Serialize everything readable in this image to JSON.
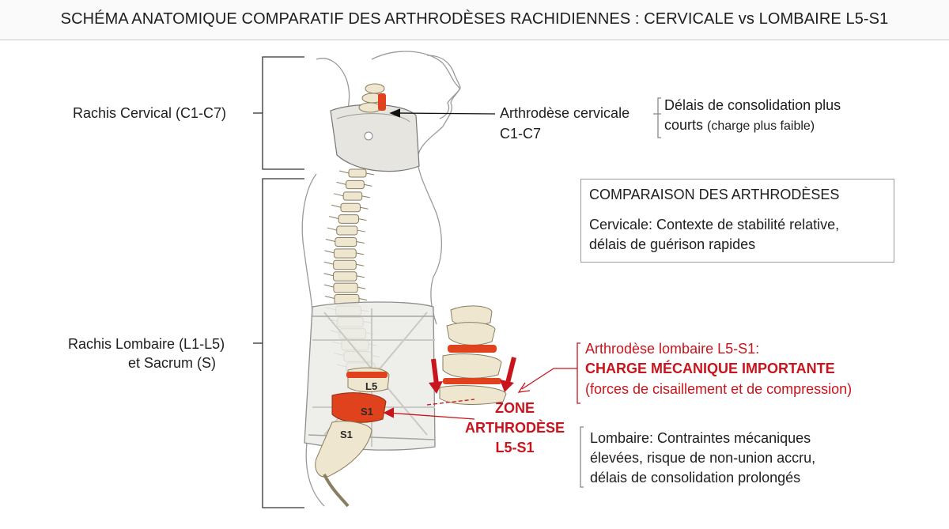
{
  "title": "SCHÉMA ANATOMIQUE COMPARATIF DES ARTHRODÈSES RACHIDIENNES : CERVICALE vs LOMBAIRE L5-S1",
  "left_labels": {
    "cervical": "Rachis Cervical (C1-C7)",
    "lumbar_line1": "Rachis Lombaire (L1-L5)",
    "lumbar_line2": "et Sacrum (S)"
  },
  "cervical_callout": {
    "line1": "Arthrodèse cervicale",
    "line2": "C1-C7",
    "note_line1": "Délais de consolidation plus",
    "note_line2_a": "courts",
    "note_line2_b": "(charge plus faible)"
  },
  "comparison_box": {
    "heading": "COMPARAISON DES ARTHRODÈSES",
    "line1": "Cervicale: Contexte de stabilité relative,",
    "line2": "délais de guérison rapides"
  },
  "lumbar_callout": {
    "line1": "Arthrodèse lombaire L5-S1:",
    "line2": "CHARGE MÉCANIQUE IMPORTANTE",
    "line3": "(forces de cisaillement et de compression)"
  },
  "zone_label": {
    "line1": "ZONE",
    "line2": "ARTHRODÈSE",
    "line3": "L5-S1"
  },
  "vertebra_labels": {
    "l5": "L5",
    "s1_upper": "S1",
    "s1_lower": "S1"
  },
  "lumbar_note": {
    "line1": "Lombaire: Contraintes mécaniques",
    "line2": "élevées, risque de non-union accru,",
    "line3": "délais de consolidation prolongés"
  },
  "colors": {
    "accent_red": "#c8141c",
    "fusion_orange": "#e0421e",
    "bone": "#efe6cf",
    "brace": "#e6e6e3"
  }
}
